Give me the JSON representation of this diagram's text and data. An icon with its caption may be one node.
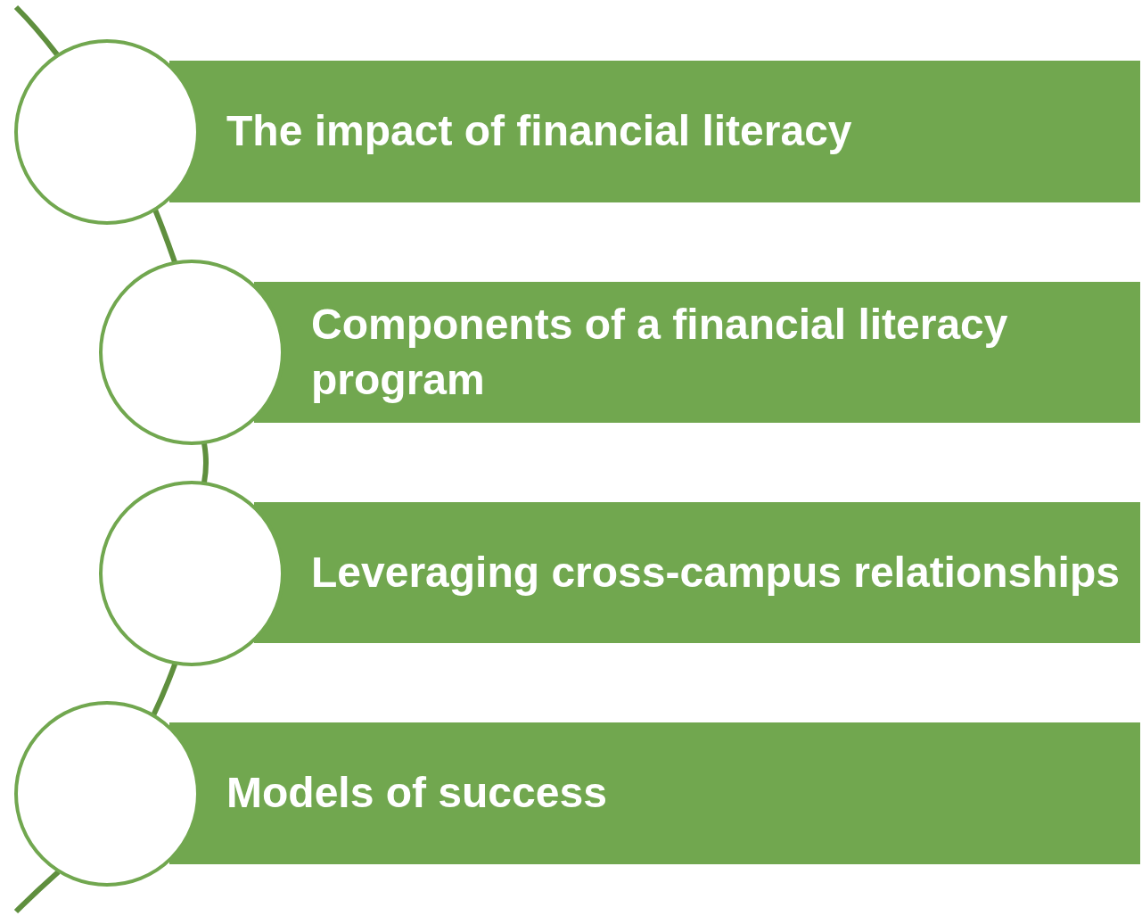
{
  "diagram": {
    "nodes": [
      {
        "text": [
          "The impact of financial literacy"
        ]
      },
      {
        "text": [
          "Components of a financial literacy program"
        ]
      },
      {
        "text": [
          "Leveraging cross-campus relationships"
        ]
      },
      {
        "text": [
          "Models of success"
        ]
      },
      {
        "text": [],
        "shape": "circle"
      },
      {
        "text": [],
        "shape": "circle"
      },
      {
        "text": [],
        "shape": "circle"
      },
      {
        "text": [],
        "shape": "circle"
      }
    ],
    "edges": [
      {
        "from": 4,
        "to": 5,
        "arrow": "none"
      },
      {
        "from": 5,
        "to": 6,
        "arrow": "none"
      },
      {
        "from": 6,
        "to": 7,
        "arrow": "none"
      }
    ]
  }
}
